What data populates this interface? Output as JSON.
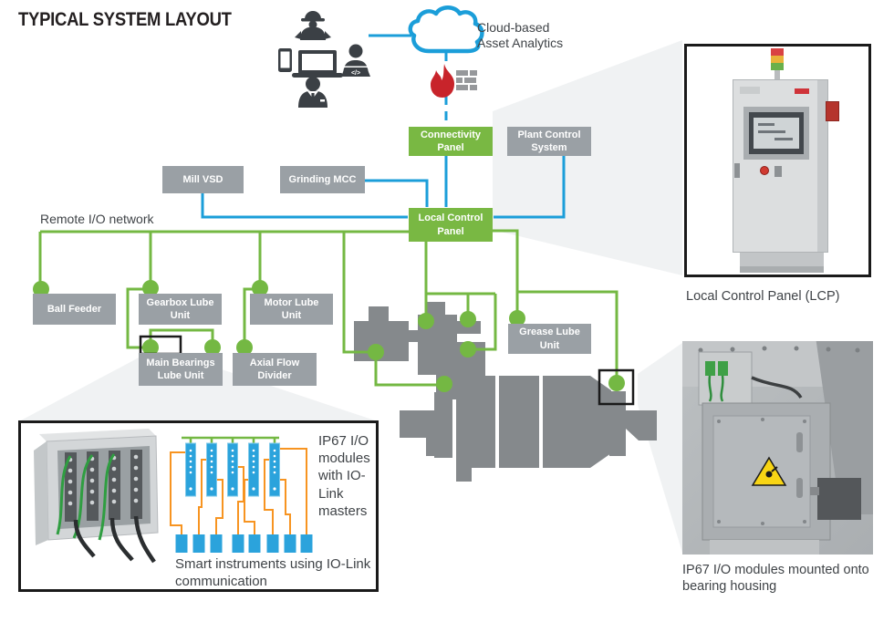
{
  "title": "TYPICAL SYSTEM LAYOUT",
  "cloud_label": "Cloud-based Asset Analytics",
  "network_label": "Remote I/O network",
  "nodes": {
    "connectivity_panel": "Connectivity Panel",
    "plant_control_system": "Plant Control System",
    "mill_vsd": "Mill VSD",
    "grinding_mcc": "Grinding MCC",
    "local_control_panel": "Local Control Panel",
    "ball_feeder": "Ball Feeder",
    "gearbox_lube_unit": "Gearbox Lube Unit",
    "motor_lube_unit": "Motor Lube Unit",
    "main_bearings_lube_unit": "Main Bearings Lube Unit",
    "axial_flow_divider": "Axial Flow Divider",
    "grease_lube_unit": "Grease Lube Unit"
  },
  "insets": {
    "iolink": {
      "modules_label": "IP67 I/O modules with IO-Link masters",
      "instruments_label": "Smart instruments using IO-Link communication"
    },
    "lcp": {
      "caption": "Local Control Panel (LCP)"
    },
    "bearing": {
      "caption": "IP67 I/O modules mounted onto bearing housing"
    }
  },
  "icons": {
    "code_glyph": "</>"
  },
  "colors": {
    "green": "#74b843",
    "blue": "#1b9ed9",
    "gray_box": "#9aa0a5",
    "mill_gray": "#85898c",
    "orange": "#f79421",
    "iolink_blue": "#2ba3dc",
    "firewall_red": "#c8242b"
  }
}
